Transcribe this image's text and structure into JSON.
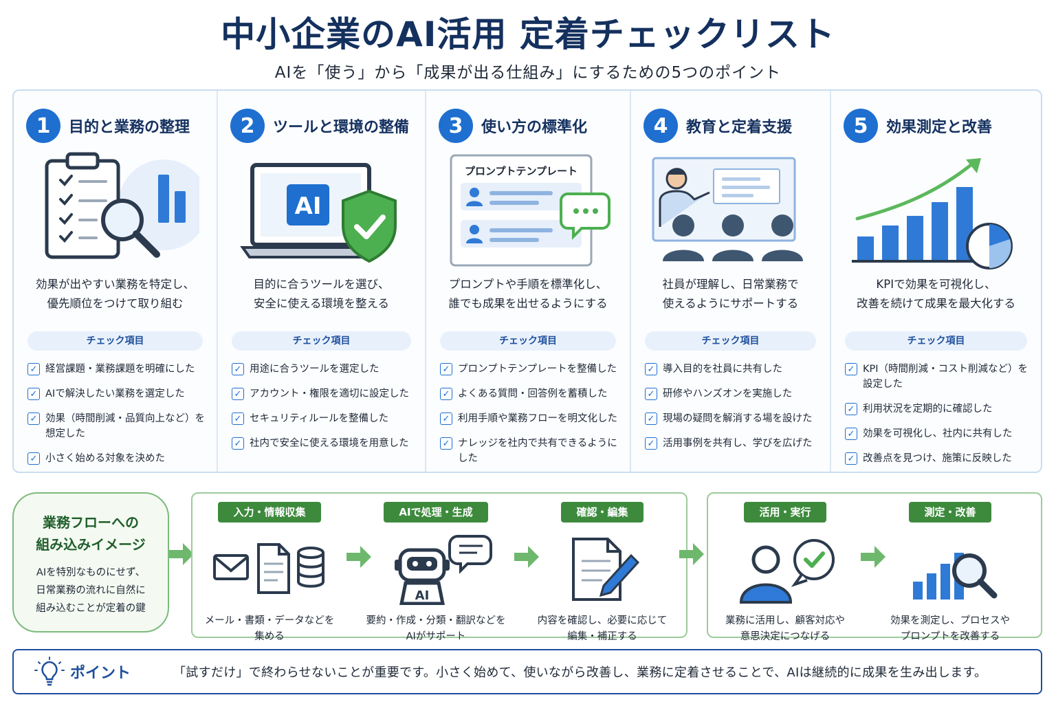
{
  "header": {
    "title": "中小企業のAI活用 定着チェックリスト",
    "subtitle": "AIを「使う」から「成果が出る仕組み」にするための5つのポイント"
  },
  "colors": {
    "primary": "#1e6fd0",
    "navy": "#14305e",
    "green": "#3d8a3d",
    "shield": "#4caf50"
  },
  "columns": [
    {
      "num": "1",
      "title": "目的と業務の整理",
      "desc": [
        "効果が出やすい業務を特定し、",
        "優先順位をつけて取り組む"
      ],
      "check_label": "チェック項目",
      "items": [
        "経営課題・業務課題を明確にした",
        "AIで解決したい業務を選定した",
        "効果（時間削減・品質向上など）を想定した",
        "小さく始める対象を決めた"
      ],
      "icon": "clipboard-magnifier-icon"
    },
    {
      "num": "2",
      "title": "ツールと環境の整備",
      "desc": [
        "目的に合うツールを選び、",
        "安全に使える環境を整える"
      ],
      "check_label": "チェック項目",
      "items": [
        "用途に合うツールを選定した",
        "アカウント・権限を適切に設定した",
        "セキュリティルールを整備した",
        "社内で安全に使える環境を用意した"
      ],
      "icon": "laptop-shield-icon",
      "laptop_label": "AI"
    },
    {
      "num": "3",
      "title": "使い方の標準化",
      "desc": [
        "プロンプトや手順を標準化し、",
        "誰でも成果を出せるようにする"
      ],
      "check_label": "チェック項目",
      "items": [
        "プロンプトテンプレートを整備した",
        "よくある質問・回答例を蓄積した",
        "利用手順や業務フローを明文化した",
        "ナレッジを社内で共有できるようにした"
      ],
      "icon": "prompt-template-icon",
      "template_label": "プロンプトテンプレート"
    },
    {
      "num": "4",
      "title": "教育と定着支援",
      "desc": [
        "社員が理解し、日常業務で",
        "使えるようにサポートする"
      ],
      "check_label": "チェック項目",
      "items": [
        "導入目的を社員に共有した",
        "研修やハンズオンを実施した",
        "現場の疑問を解消する場を設けた",
        "活用事例を共有し、学びを広げた"
      ],
      "icon": "training-presentation-icon"
    },
    {
      "num": "5",
      "title": "効果測定と改善",
      "desc": [
        "KPIで効果を可視化し、",
        "改善を続けて成果を最大化する"
      ],
      "check_label": "チェック項目",
      "items": [
        "KPI（時間削減・コスト削減など）を設定した",
        "利用状況を定期的に確認した",
        "効果を可視化し、社内に共有した",
        "改善点を見つけ、施策に反映した"
      ],
      "icon": "growth-chart-icon"
    }
  ],
  "flow": {
    "intro_title": [
      "業務フローへの",
      "組み込みイメージ"
    ],
    "intro_text": [
      "AIを特別なものにせず、",
      "日常業務の流れに自然に",
      "組み込むことが定着の鍵"
    ],
    "steps": [
      {
        "label": "入力・情報収集",
        "text": [
          "メール・書類・データなどを",
          "集める"
        ],
        "icon": "mail-document-database-icon"
      },
      {
        "label": "AIで処理・生成",
        "text": [
          "要約・作成・分類・翻訳などを",
          "AIがサポート"
        ],
        "icon": "robot-chat-icon",
        "robot_label": "AI"
      },
      {
        "label": "確認・編集",
        "text": [
          "内容を確認し、必要に応じて",
          "編集・補正する"
        ],
        "icon": "document-pen-icon"
      },
      {
        "label": "活用・実行",
        "text": [
          "業務に活用し、顧客対応や",
          "意思決定につなげる"
        ],
        "icon": "person-check-icon"
      },
      {
        "label": "測定・改善",
        "text": [
          "効果を測定し、プロセスや",
          "プロンプトを改善する"
        ],
        "icon": "chart-magnifier-icon"
      }
    ]
  },
  "point": {
    "label": "ポイント",
    "text": "「試すだけ」で終わらせないことが重要です。小さく始めて、使いながら改善し、業務に定着させることで、AIは継続的に成果を生み出します。",
    "icon": "lightbulb-icon"
  }
}
